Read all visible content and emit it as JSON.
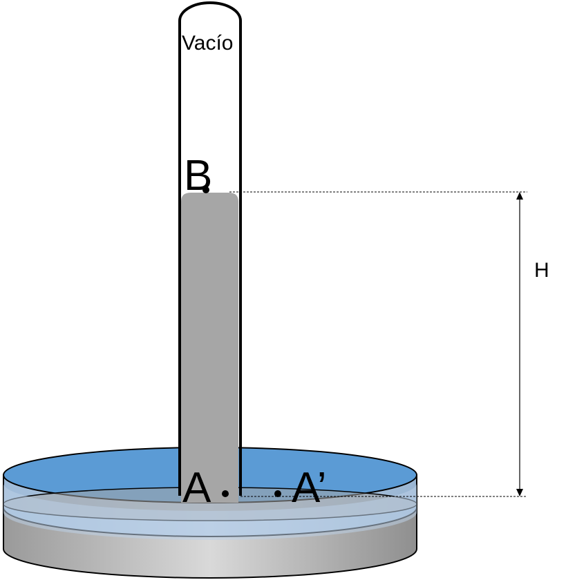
{
  "labels": {
    "vacuum": "Vacío",
    "point_b": "B",
    "point_a": "A",
    "point_a_prime": "A’",
    "height": "H"
  },
  "colors": {
    "mercury": "#a6a6a6",
    "water_top": "#5b9bd5",
    "water_body": "#a9c4df",
    "dish_body": "#bfbfbf",
    "line": "#000000"
  }
}
